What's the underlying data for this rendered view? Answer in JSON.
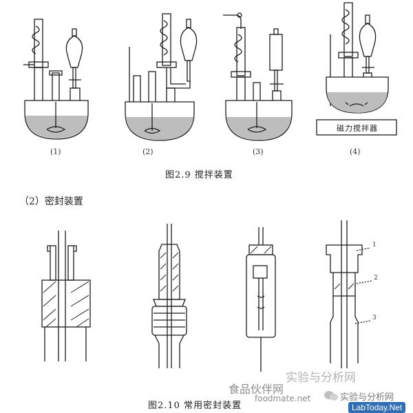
{
  "figure_2_9": {
    "caption": "图2.9  搅拌装置",
    "panels": [
      "(1)",
      "(2)",
      "(3)",
      "(4)"
    ],
    "stirrer_box_label": "磁力搅拌器"
  },
  "section_heading": "（2）密封装置",
  "figure_2_10": {
    "caption": "图2.10  常用密封装置",
    "callouts": [
      "1",
      "2",
      "3"
    ]
  },
  "watermarks": {
    "cn_site": "实验与分析网",
    "foodmate_cn": "食品伙伴网",
    "foodmate_url": "foodmate.net",
    "wechat_name": "实验与分析网",
    "labtoday": "LabToday.Net"
  },
  "colors": {
    "badge_blue": "#2f6db5",
    "liquid_gray": "#bdbdbd"
  }
}
